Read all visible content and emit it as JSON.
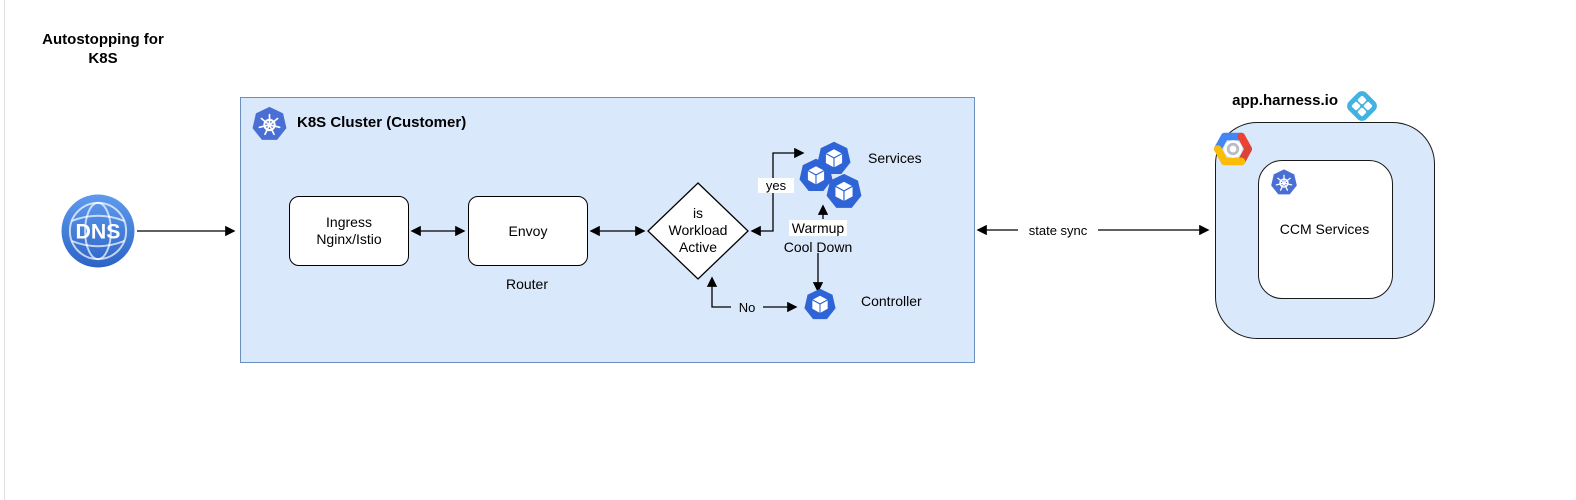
{
  "page": {
    "title_lines": [
      "Autostopping for",
      "K8S"
    ]
  },
  "cluster": {
    "title": "K8S Cluster (Customer)"
  },
  "nodes": {
    "dns": {
      "label": "DNS"
    },
    "ingress": {
      "lines": [
        "Ingress",
        "Nginx/Istio"
      ]
    },
    "envoy": {
      "label": "Envoy",
      "caption": "Router"
    },
    "decision": {
      "lines": [
        "is",
        "Workload",
        "Active"
      ]
    },
    "services": {
      "label": "Services"
    },
    "controller": {
      "label": "Controller"
    }
  },
  "edges": {
    "yes": "yes",
    "no": "No",
    "warmup": "Warmup",
    "cooldown": "Cool Down",
    "state_sync": "state sync"
  },
  "harness": {
    "domain": "app.harness.io",
    "ccm_label": "CCM Services"
  },
  "colors": {
    "cluster_fill": "#dae8fc",
    "cluster_stroke": "#6c8ebf",
    "kubernetes_blue": "#326ce5",
    "cube_blue": "#2e64d6",
    "harness_blue": "#42b3e0",
    "gcp_blue": "#4285f4",
    "gcp_red": "#ea4335",
    "gcp_yellow": "#fbbc05",
    "dns_blue": "#3b7de0"
  }
}
